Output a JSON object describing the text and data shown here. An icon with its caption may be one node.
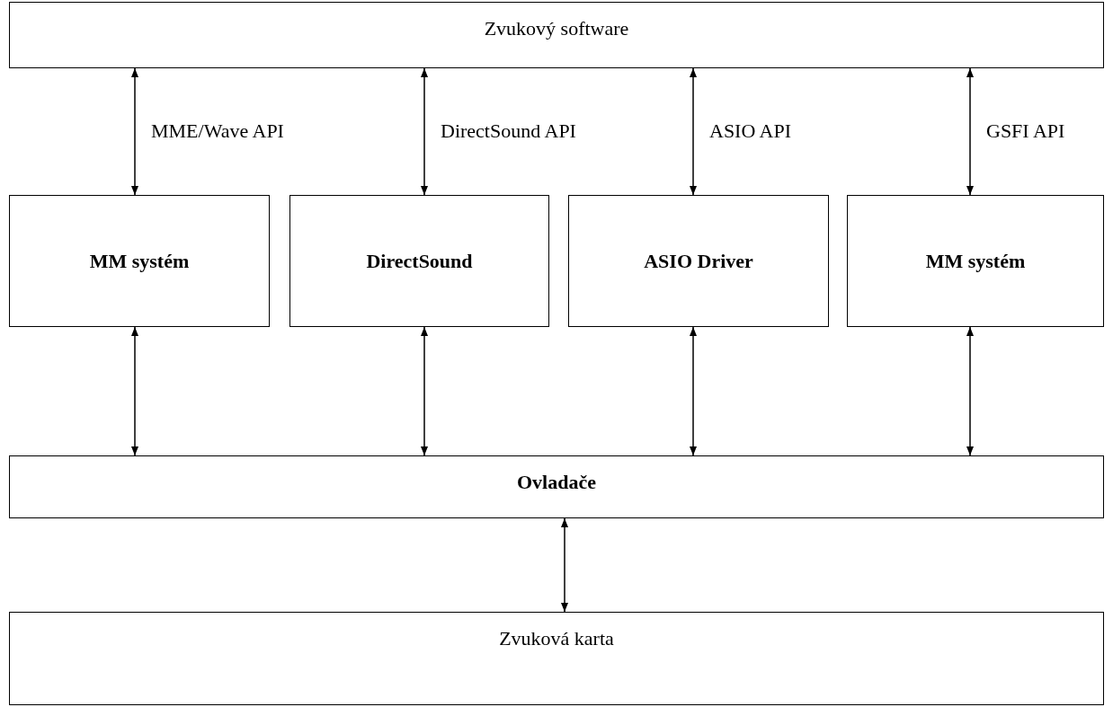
{
  "diagram": {
    "nodes": [
      {
        "text": [
          "Zvukový software"
        ]
      },
      {
        "text": [
          "MM systém"
        ]
      },
      {
        "text": [
          "DirectSound"
        ]
      },
      {
        "text": [
          "ASIO Driver"
        ]
      },
      {
        "text": [
          "MM systém"
        ]
      },
      {
        "text": [
          "Ovladače"
        ]
      },
      {
        "text": [
          "Zvuková karta"
        ]
      }
    ],
    "edges": [
      {
        "from": 0,
        "to": 1,
        "arrow": "both",
        "label": "MME/Wave API"
      },
      {
        "from": 0,
        "to": 2,
        "arrow": "both",
        "label": "DirectSound API"
      },
      {
        "from": 0,
        "to": 3,
        "arrow": "both",
        "label": "ASIO API"
      },
      {
        "from": 0,
        "to": 4,
        "arrow": "both",
        "label": "GSFI API"
      },
      {
        "from": 1,
        "to": 5,
        "arrow": "both"
      },
      {
        "from": 2,
        "to": 5,
        "arrow": "both"
      },
      {
        "from": 3,
        "to": 5,
        "arrow": "both"
      },
      {
        "from": 4,
        "to": 5,
        "arrow": "both"
      },
      {
        "from": 5,
        "to": 6,
        "arrow": "both"
      }
    ]
  }
}
